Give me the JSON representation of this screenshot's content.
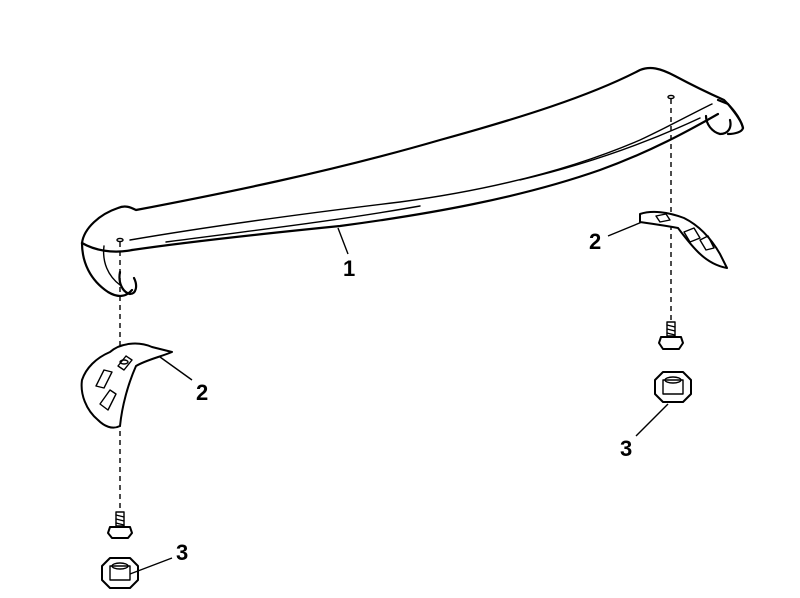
{
  "callouts": {
    "spoiler": "1",
    "bracket_left": "2",
    "bracket_right": "2",
    "nut_left": "3",
    "nut_right": "3"
  },
  "parts": [
    "spoiler",
    "bracket",
    "bracket",
    "bolt",
    "bolt",
    "nut",
    "nut"
  ]
}
